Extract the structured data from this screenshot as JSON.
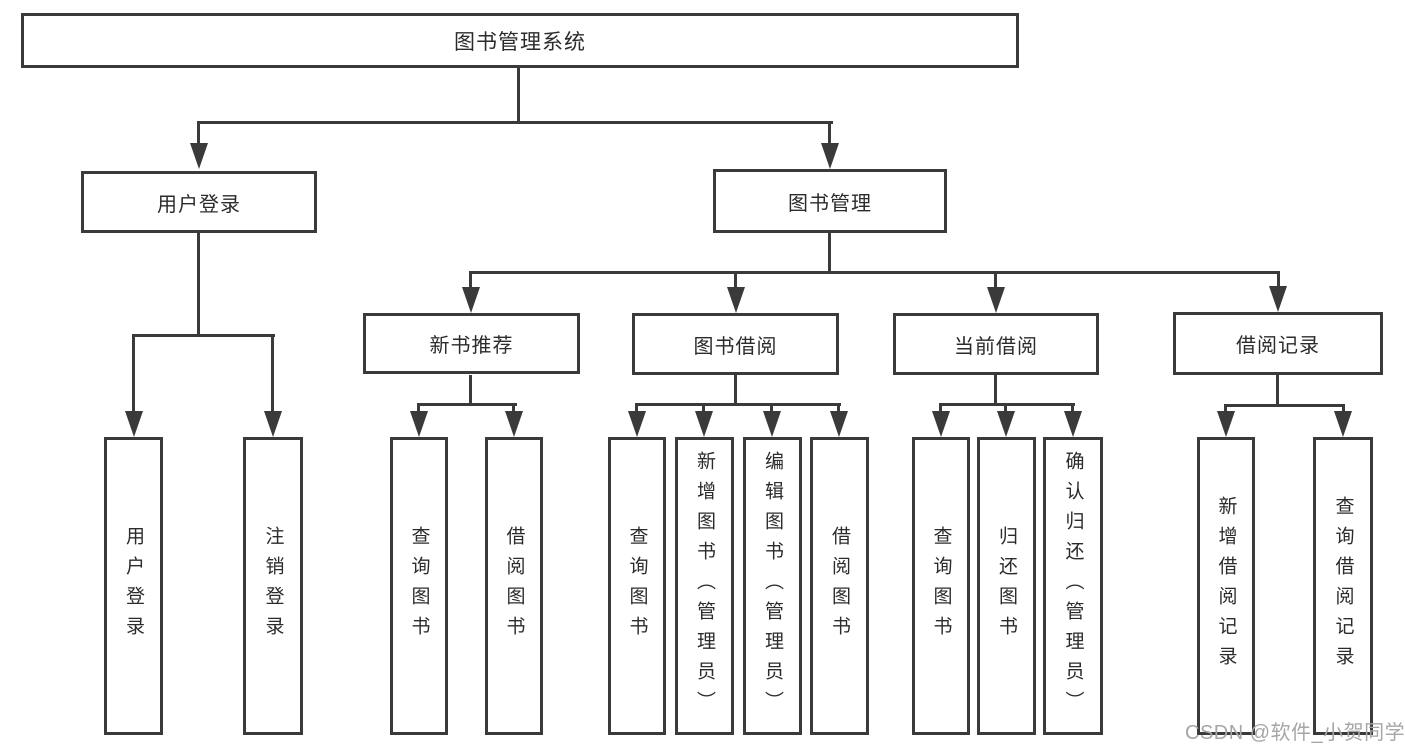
{
  "diagram": {
    "root": "图书管理系统",
    "level2": {
      "user_login": "用户登录",
      "book_mgmt": "图书管理"
    },
    "level3": {
      "new_book": "新书推荐",
      "borrow": "图书借阅",
      "current": "当前借阅",
      "records": "借阅记录"
    },
    "leaves": {
      "user_login": "用户登录",
      "logout": "注销登录",
      "nb_query": "查询图书",
      "nb_borrow": "借阅图书",
      "bw_query": "查询图书",
      "bw_add": "新增图书（管理员）",
      "bw_edit": "编辑图书（管理员）",
      "bw_borrow": "借阅图书",
      "cb_query": "查询图书",
      "cb_return": "归还图书",
      "cb_confirm": "确认归还（管理员）",
      "rc_add": "新增借阅记录",
      "rc_query": "查询借阅记录"
    }
  },
  "watermark": "CSDN @软件_小贺同学",
  "colors": {
    "line": "#3a3a3a",
    "text": "#2b2b2b",
    "watermark": "#a6a6a6",
    "box_bg": "#ffffff"
  }
}
